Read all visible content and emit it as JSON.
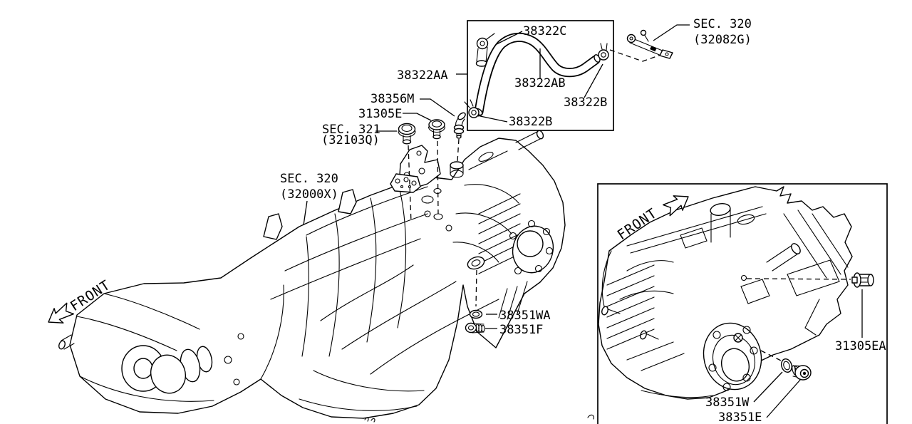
{
  "figure": {
    "title_hint": "transmission breather and drain plug parts diagram",
    "front_label": "FRONT",
    "colors": {
      "line": "#000000",
      "background": "#ffffff"
    },
    "callouts": {
      "hose_assembly": "38322AA",
      "hose_tube": "38322C",
      "hose": "38322AB",
      "clamp_right": "38322B",
      "clamp_bottom": "38322B",
      "sec320_breather_line1": "SEC. 320",
      "sec320_breather_line2": "(32082G)",
      "breather_connector": "38356M",
      "plug_31305e": "31305E",
      "sec321_line1": "SEC. 321",
      "sec321_line2": "(32103Q)",
      "sec320_transmission_line1": "SEC. 320",
      "sec320_transmission_line2": "(32000X)",
      "washer_38351wa": "38351WA",
      "drain_plug_38351f": "38351F",
      "plug_31305ea": "31305EA",
      "oring_38351w": "38351W",
      "plug_38351e": "38351E"
    }
  }
}
